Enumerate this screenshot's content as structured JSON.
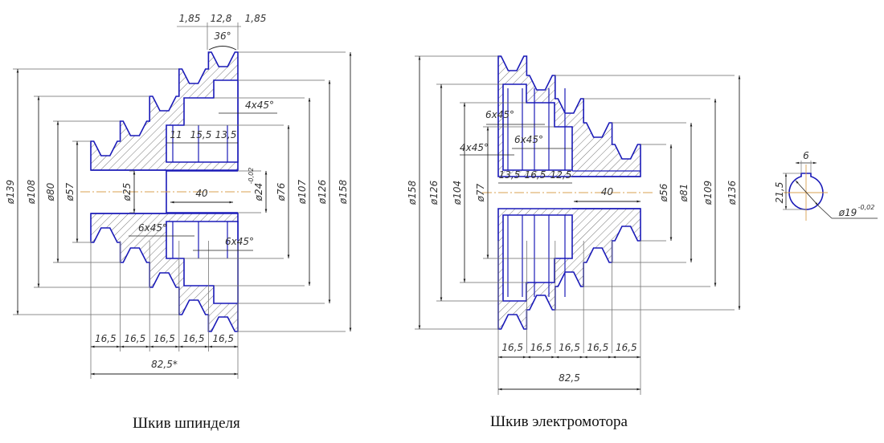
{
  "captions": {
    "spindle": "Шкив шпинделя",
    "motor": "Шкив электромотора"
  },
  "spindle_pulley": {
    "diameter_labels": [
      "ø139",
      "ø108",
      "ø80",
      "ø57",
      "ø25",
      "ø24",
      "ø76",
      "ø107",
      "ø126",
      "ø158"
    ],
    "tolerance_d24": "-0,02",
    "segment_widths": [
      "16,5",
      "16,5",
      "16,5",
      "16,5",
      "16,5"
    ],
    "total_width": "82,5*",
    "groove_dims": [
      "1,85",
      "12,8",
      "1,85"
    ],
    "groove_angle": "36°",
    "recess_depths": [
      "11",
      "15,5",
      "13,5"
    ],
    "bore_length": "40",
    "chamfers": [
      "4x45°",
      "6x45°",
      "6x45°"
    ]
  },
  "motor_pulley": {
    "diameter_labels": [
      "ø158",
      "ø126",
      "ø104",
      "ø77",
      "ø56",
      "ø81",
      "ø109",
      "ø136"
    ],
    "segment_widths": [
      "16,5",
      "16,5",
      "16,5",
      "16,5",
      "16,5"
    ],
    "total_width": "82,5",
    "recess_depths": [
      "13,5",
      "16,5",
      "12,5"
    ],
    "bore_length": "40",
    "chamfers": [
      "6x45°",
      "4x45°",
      "6x45°"
    ]
  },
  "keyway_section": {
    "key_width": "6",
    "key_depth": "21,5",
    "shaft_diameter": "ø19",
    "tolerance": "-0,02"
  },
  "colors": {
    "outline": "#1a1ab8",
    "dimension": "#222222",
    "centerline": "#d9a050"
  }
}
